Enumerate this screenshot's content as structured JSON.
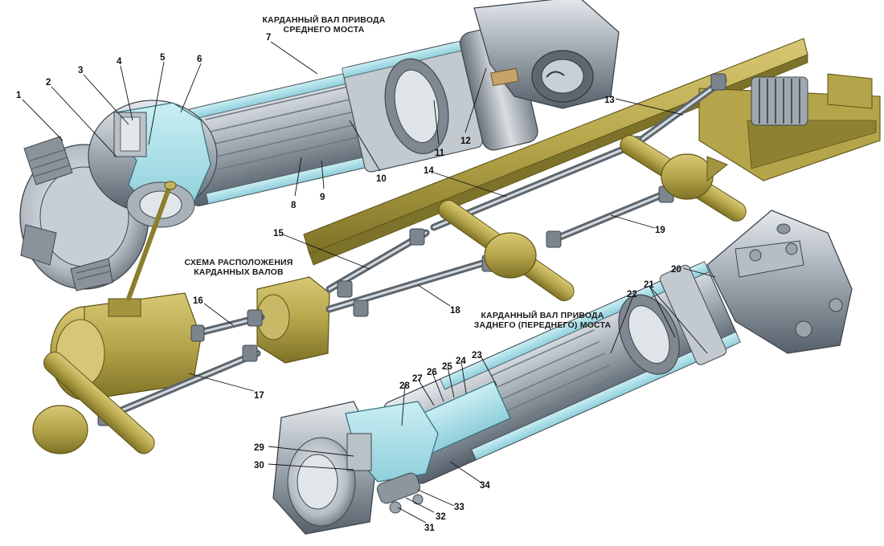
{
  "captions": {
    "middle_axle": [
      "КАРДАННЫЙ ВАЛ ПРИВОДА",
      "СРЕДНЕГО МОСТА"
    ],
    "layout_scheme": [
      "СХЕМА РАСПОЛОЖЕНИЯ",
      "КАРДАННЫХ ВАЛОВ"
    ],
    "rear_axle": [
      "КАРДАННЫЙ ВАЛ ПРИВОДА",
      "ЗАДНЕГО (ПЕРЕДНЕГО) МОСТА"
    ]
  },
  "callouts": [
    "1",
    "2",
    "3",
    "4",
    "5",
    "6",
    "7",
    "8",
    "9",
    "10",
    "11",
    "12",
    "13",
    "14",
    "15",
    "16",
    "17",
    "18",
    "19",
    "20",
    "21",
    "22",
    "23",
    "24",
    "25",
    "26",
    "27",
    "28",
    "29",
    "30",
    "31",
    "32",
    "33",
    "34"
  ],
  "colors": {
    "steel": "#9aa3ab",
    "steel_dark": "#5d666e",
    "steel_light": "#d5dbe0",
    "cutaway_blue": "#a9dde6",
    "frame_olive": "#a8993f",
    "frame_dark": "#7d7229",
    "assembly_olive": "#b9aa4f"
  }
}
